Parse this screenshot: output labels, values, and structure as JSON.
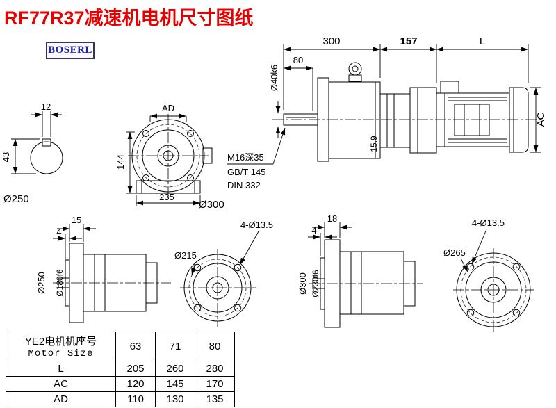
{
  "title": "RF77R37减速机电机尺寸图纸",
  "brand": "BOSERL",
  "colors": {
    "title": "#e60000",
    "brand": "#2020b0",
    "line": "#000000"
  },
  "main_view": {
    "dim_300": "300",
    "dim_157": "157",
    "dim_L": "L",
    "dim_80": "80",
    "shaft_dia": "Ø40k6",
    "dim_AC": "AC",
    "dim_15_9": "15.9",
    "tap_note1": "M16深35",
    "tap_note2": "GB/T 145",
    "tap_note3": "DIN 332",
    "flange_label": "Ø300"
  },
  "shaft_section": {
    "key_width": "12",
    "height": "43",
    "flange_label": "Ø250"
  },
  "front_view": {
    "dim_AD": "AD",
    "dim_144": "144",
    "dim_235": "235"
  },
  "flange250": {
    "dim_15": "15",
    "dim_4": "4",
    "outer_dia": "Ø250",
    "spigot_dia": "Ø180f6",
    "holes": "4-Ø13.5",
    "bolt_circle": "Ø215"
  },
  "flange300": {
    "dim_18": "18",
    "dim_4": "4",
    "outer_dia": "Ø300",
    "spigot_dia": "Ø230f6",
    "holes": "4-Ø13.5",
    "bolt_circle": "Ø265"
  },
  "table": {
    "header_cn": "YE2电机机座号",
    "header_en": "Motor Size",
    "sizes": [
      "63",
      "71",
      "80"
    ],
    "rows": [
      {
        "label": "L",
        "values": [
          "205",
          "260",
          "280"
        ]
      },
      {
        "label": "AC",
        "values": [
          "120",
          "145",
          "170"
        ]
      },
      {
        "label": "AD",
        "values": [
          "110",
          "130",
          "135"
        ]
      }
    ]
  }
}
